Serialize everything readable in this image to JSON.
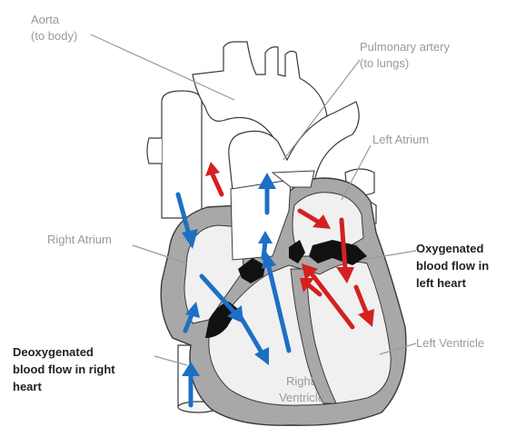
{
  "labels": {
    "aorta": [
      "Aorta",
      "(to body)"
    ],
    "pulmonary_artery": [
      "Pulmonary artery",
      "(to lungs)"
    ],
    "left_atrium": [
      "Left Atrium"
    ],
    "right_atrium": [
      "Right Atrium"
    ],
    "oxygenated": [
      "Oxygenated",
      "blood flow in",
      "left heart"
    ],
    "deoxygenated": [
      "Deoxygenated",
      "blood flow in right",
      "heart"
    ],
    "left_ventricle": [
      "Left Ventricle"
    ],
    "right_ventricle": [
      "Right",
      "Ventricle"
    ]
  },
  "colors": {
    "deoxygenated_arrow": "#1e6fc4",
    "oxygenated_arrow": "#d42020",
    "wall": "#a8a8a8",
    "chamber": "#f0f0f0",
    "valve": "#111111",
    "outline": "#3a3a3a"
  }
}
